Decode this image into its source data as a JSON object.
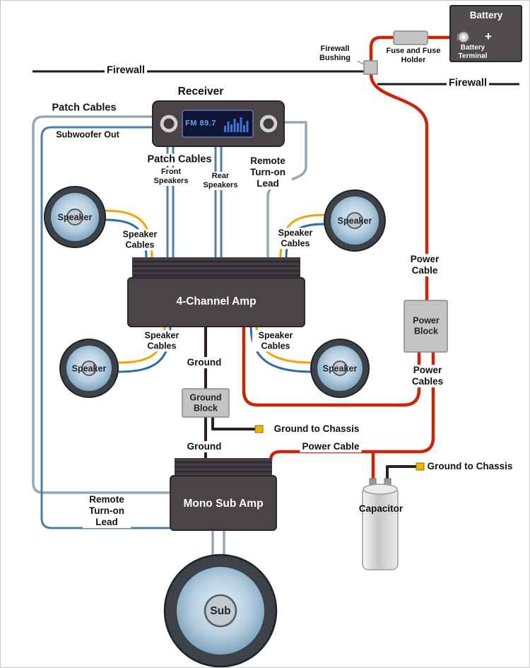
{
  "colors": {
    "power_cable": "#cc2503",
    "patch_cable": "#4f7ea1",
    "remote_lead": "#8fa9ba",
    "speaker_wire_yellow": "#f2a303",
    "speaker_wire_blue": "#2a6cab",
    "ground_wire": "#2b1d22",
    "chassis_tip": "#edb400",
    "component_dark": "#4a4347",
    "block_gray": "#c6c4c2",
    "display_navy": "#0f1535",
    "display_text": "#6aa4f2"
  },
  "battery": {
    "title": "Battery",
    "plus": "+",
    "terminal": "Battery Terminal"
  },
  "power_path": {
    "fuse": "Fuse and Fuse Holder",
    "bushing": "Firewall Bushing",
    "firewall_left": "Firewall",
    "firewall_right": "Firewall",
    "power_cable_right": "Power Cable",
    "power_block": "Power Block",
    "power_cables": "Power Cables",
    "power_cable_sub": "Power Cable"
  },
  "receiver": {
    "title": "Receiver",
    "display": "FM 89.7"
  },
  "cables": {
    "patch_left": "Patch Cables",
    "subwoofer_out": "Subwoofer Out",
    "patch_mid": "Patch Cables",
    "front": "Front Speakers",
    "rear": "Rear Speakers",
    "remote_top": "Remote Turn-on Lead",
    "remote_bottom": "Remote Turn-on Lead",
    "speaker_fl": "Speaker Cables",
    "speaker_fr": "Speaker Cables",
    "speaker_rl": "Speaker Cables",
    "speaker_rr": "Speaker Cables"
  },
  "ground": {
    "g1": "Ground",
    "g2": "Ground",
    "block": "Ground Block",
    "chassis_amp": "Ground to Chassis",
    "chassis_cap": "Ground to Chassis"
  },
  "components": {
    "amp4": "4-Channel Amp",
    "mono": "Mono Sub Amp",
    "capacitor": "Capacitor",
    "sub": "Sub",
    "speaker_fl": "Speaker",
    "speaker_fr": "Speaker",
    "speaker_rl": "Speaker",
    "speaker_rr": "Speaker"
  }
}
